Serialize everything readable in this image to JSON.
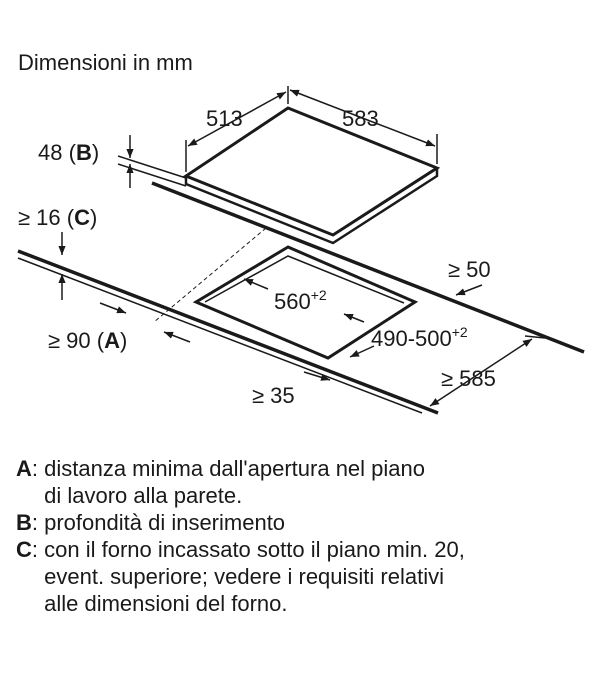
{
  "title": "Dimensioni in mm",
  "dimensions": {
    "hob_width": "513",
    "hob_depth": "583",
    "insertion_depth": {
      "value": "48",
      "letter": "B"
    },
    "oven_gap": {
      "prefix": "≥ 16",
      "letter": "C"
    },
    "cutout_width": {
      "value": "560",
      "sup": "+2"
    },
    "cutout_depth": {
      "value": "490-500",
      "sup": "+2"
    },
    "rear_margin": "≥ 50",
    "wall_distance": {
      "prefix": "≥ 90",
      "letter": "A"
    },
    "front_margin": "≥ 35",
    "worktop_depth": "≥ 585"
  },
  "legend": [
    {
      "key": "A",
      "sep": ": ",
      "lines": [
        "distanza minima dall'apertura nel piano",
        "di lavoro alla parete."
      ]
    },
    {
      "key": "B",
      "sep": ": ",
      "lines": [
        "profondità di inserimento"
      ]
    },
    {
      "key": "C",
      "sep": ": ",
      "lines": [
        "con il forno incassato sotto il piano min. 20,",
        "event. superiore; vedere i requisiti relativi",
        "alle dimensioni del forno."
      ]
    }
  ]
}
